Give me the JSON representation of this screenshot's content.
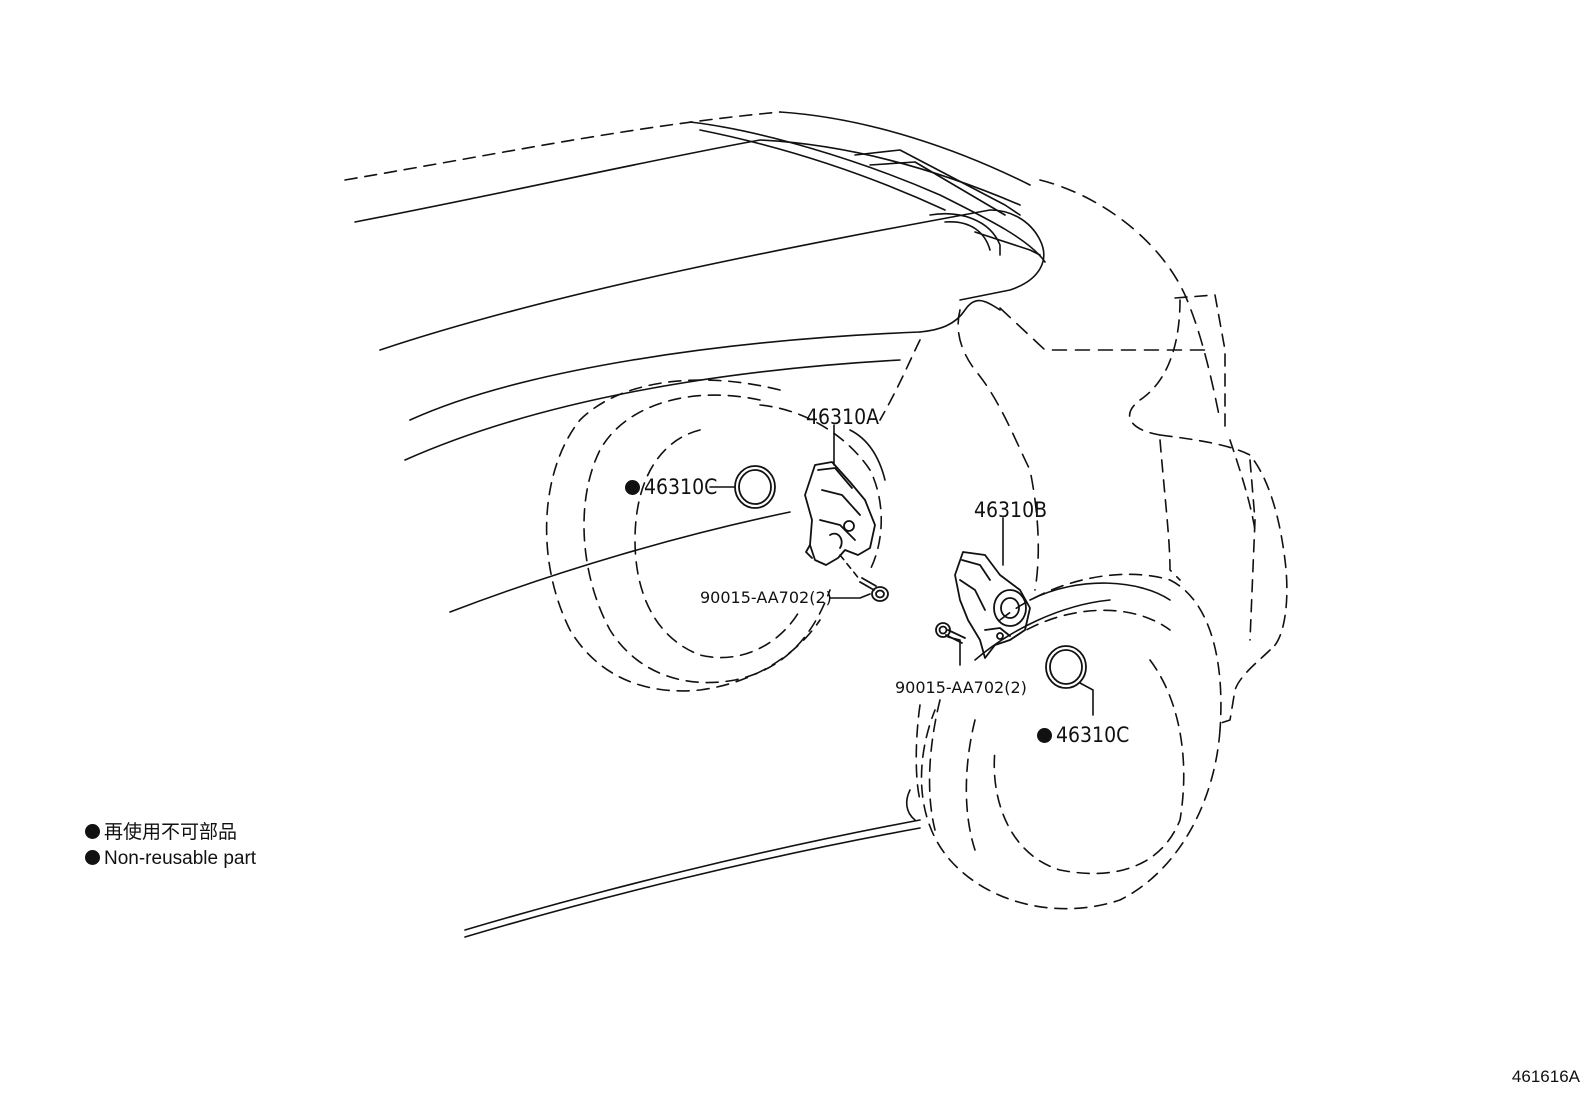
{
  "diagram": {
    "parts": [
      {
        "id": "part-46310a",
        "label": "46310A"
      },
      {
        "id": "part-46310b",
        "label": "46310B"
      },
      {
        "id": "part-46310c-left",
        "label": "46310C",
        "non_reusable": true
      },
      {
        "id": "part-46310c-right",
        "label": "46310C",
        "non_reusable": true
      },
      {
        "id": "bolt-left",
        "label": "90015-AA702(2)"
      },
      {
        "id": "bolt-right",
        "label": "90015-AA702(2)"
      }
    ]
  },
  "legend": {
    "items": [
      {
        "symbol": "filled-circle-icon",
        "text": "再使用不可部品"
      },
      {
        "symbol": "filled-circle-icon",
        "text": "Non-reusable part"
      }
    ]
  },
  "footer": {
    "diagram_id": "461616A"
  }
}
